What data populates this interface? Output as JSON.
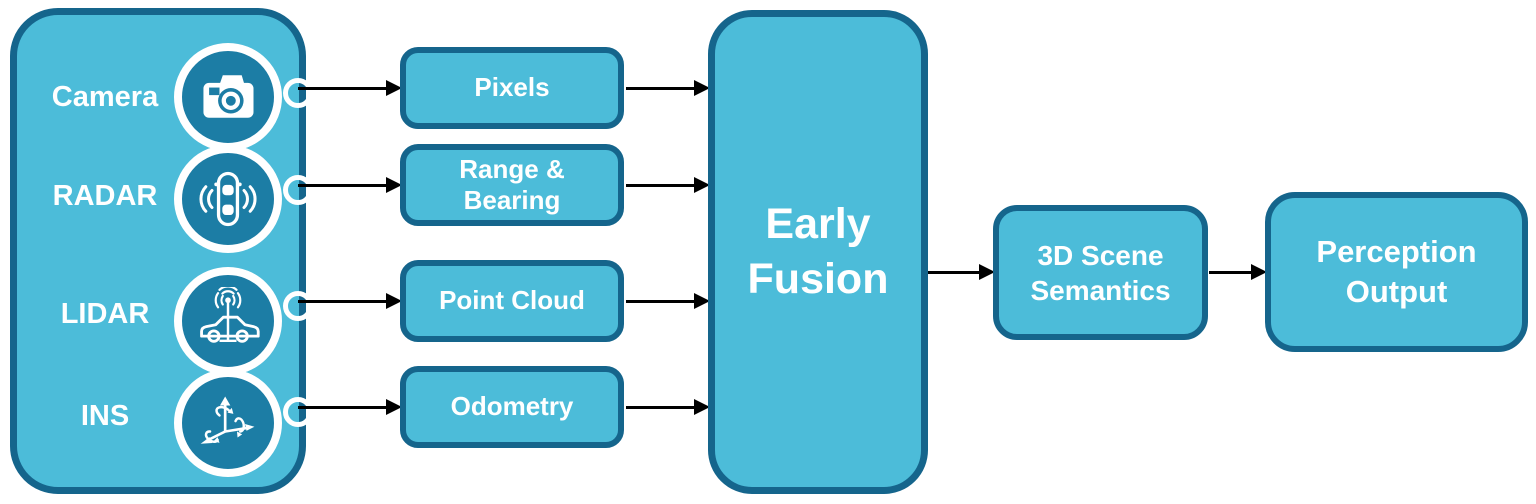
{
  "diagram": {
    "type": "flow-diagram",
    "topic": "Early Fusion sensor pipeline"
  },
  "colors": {
    "node_fill": "#4CBCD9",
    "node_border": "#15658C",
    "icon_circle_fill": "#1C7DA5",
    "icon_glyph": "#FFFFFF",
    "arrow": "#000000",
    "text": "#FFFFFF",
    "background": "#FFFFFF"
  },
  "sensor_panel": {
    "sensors": [
      {
        "label": "Camera",
        "icon": "camera-icon"
      },
      {
        "label": "RADAR",
        "icon": "radar-car-icon"
      },
      {
        "label": "LIDAR",
        "icon": "lidar-car-icon"
      },
      {
        "label": "INS",
        "icon": "ins-axes-icon"
      }
    ]
  },
  "data_boxes": [
    {
      "label": "Pixels"
    },
    {
      "label": "Range & Bearing"
    },
    {
      "label": "Point Cloud"
    },
    {
      "label": "Odometry"
    }
  ],
  "fusion_box": {
    "label": "Early Fusion"
  },
  "output_boxes": [
    {
      "label": "3D Scene Semantics"
    },
    {
      "label": "Perception Output"
    }
  ]
}
